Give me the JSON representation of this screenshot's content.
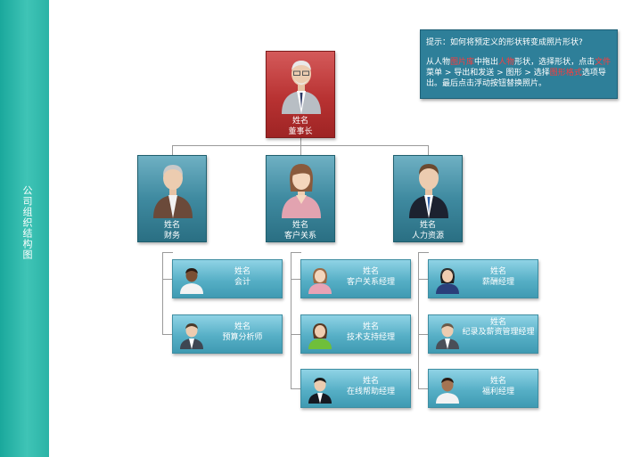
{
  "sidebar": {
    "title": "公司组织结构图"
  },
  "hint": {
    "question": "提示：如何将预定义的形状转变成照片形状?",
    "body": [
      {
        "t": "从人物"
      },
      {
        "t": "图片库",
        "red": true
      },
      {
        "t": "中拖出"
      },
      {
        "t": "人物",
        "red": true
      },
      {
        "t": "形状，选择形状，点击"
      },
      {
        "t": "文件",
        "red": true
      },
      {
        "t": "菜单 > 导出和发送 > 图形 > 选择"
      },
      {
        "t": "图形格式",
        "red": true
      },
      {
        "t": "选项导出。最后点击浮动按钮替换照片。"
      }
    ]
  },
  "nodes": {
    "chairman": {
      "name": "姓名",
      "title": "董事长"
    },
    "finance": {
      "name": "姓名",
      "title": "财务"
    },
    "customer": {
      "name": "姓名",
      "title": "客户关系"
    },
    "hr": {
      "name": "姓名",
      "title": "人力资源"
    },
    "accountant": {
      "name": "姓名",
      "title": "会计"
    },
    "budget": {
      "name": "姓名",
      "title": "预算分析师"
    },
    "cr_manager": {
      "name": "姓名",
      "title": "客户关系经理"
    },
    "tech_manager": {
      "name": "姓名",
      "title": "技术支持经理"
    },
    "online_manager": {
      "name": "姓名",
      "title": "在线帮助经理"
    },
    "pay_manager": {
      "name": "姓名",
      "title": "薪酬经理"
    },
    "record_manager": {
      "name": "姓名",
      "title": "纪录及薪资管理经理"
    },
    "benefit_manager": {
      "name": "姓名",
      "title": "福利经理"
    }
  },
  "colors": {
    "sidebar": "#2bb3a6",
    "chairman": "#b83232",
    "tier2": "#3f8aa0",
    "tier3": "#56afc6",
    "hint": "#2e7f99",
    "highlight": "#ff3b3b"
  }
}
